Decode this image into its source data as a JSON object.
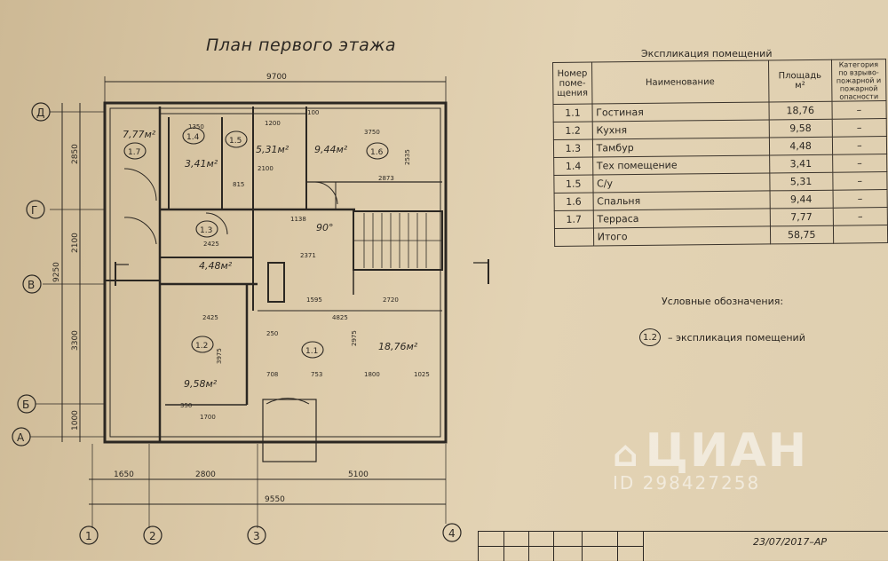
{
  "plan": {
    "title": "План первого этажа",
    "overall_dims": {
      "top": "9700",
      "bottom_total": "9550",
      "left_total": "9250"
    },
    "bottom_dims": [
      "1650",
      "2800",
      "5100"
    ],
    "left_dims": [
      "2850",
      "2100",
      "3300",
      "1000"
    ],
    "axes_vertical": [
      "Д",
      "Г",
      "В",
      "Б",
      "А"
    ],
    "axes_horizontal": [
      "1",
      "2",
      "3",
      "4"
    ],
    "rooms": [
      {
        "id": "1.7",
        "area": "7,77м²"
      },
      {
        "id": "1.4",
        "area": "3,41м²"
      },
      {
        "id": "1.5",
        "area": "5,31м²"
      },
      {
        "id": "1.6",
        "area": "9,44м²"
      },
      {
        "id": "1.3",
        "area": "4,48м²"
      },
      {
        "id": "1.2",
        "area": "9,58м²"
      },
      {
        "id": "1.1",
        "area": "18,76м²"
      }
    ],
    "dims_inner": [
      "1350",
      "1200",
      "100",
      "3750",
      "2535",
      "2100",
      "2873",
      "815",
      "1138",
      "2425",
      "2371",
      "1595",
      "4825",
      "2720",
      "3975",
      "2975",
      "708",
      "753",
      "1800",
      "1025",
      "1700",
      "350",
      "250",
      "2425"
    ],
    "annotation": "90°"
  },
  "explication": {
    "title": "Экспликация помещений",
    "headers": {
      "num": "Номер поме- щения",
      "name": "Наименование",
      "area": "Площадь м²",
      "category": "Категория по взрыво- пожарной и пожарной опасности"
    },
    "rows": [
      {
        "num": "1.1",
        "name": "Гостиная",
        "area": "18,76",
        "category": "–"
      },
      {
        "num": "1.2",
        "name": "Кухня",
        "area": "9,58",
        "category": "–"
      },
      {
        "num": "1.3",
        "name": "Тамбур",
        "area": "4,48",
        "category": "–"
      },
      {
        "num": "1.4",
        "name": "Тех помещение",
        "area": "3,41",
        "category": "–"
      },
      {
        "num": "1.5",
        "name": "С/у",
        "area": "5,31",
        "category": "–"
      },
      {
        "num": "1.6",
        "name": "Спальня",
        "area": "9,44",
        "category": "–"
      },
      {
        "num": "1.7",
        "name": "Терраса",
        "area": "7,77",
        "category": "–"
      }
    ],
    "total_label": "Итого",
    "total_area": "58,75"
  },
  "legend": {
    "title": "Условные обозначения:",
    "mark": "1.2",
    "text": "– экспликация помещений"
  },
  "watermark": {
    "brand": "ЦИАН",
    "id": "ID 298427258"
  },
  "stamp": {
    "code": "23/07/2017–АР"
  }
}
